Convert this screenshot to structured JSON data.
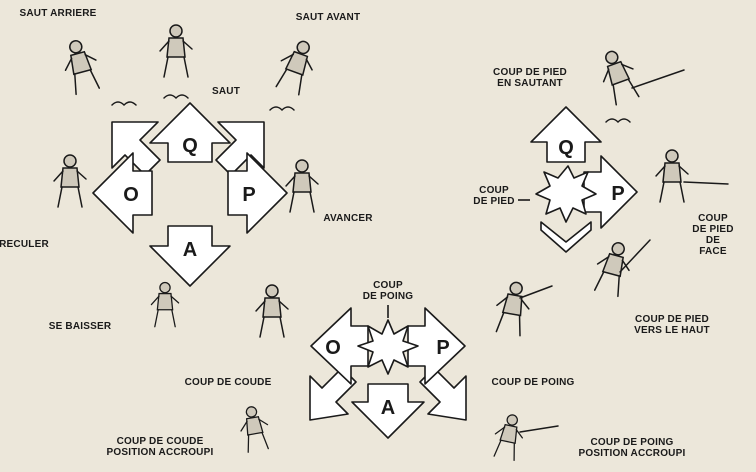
{
  "colors": {
    "background": "#ece7da",
    "ink": "#1a1a1a",
    "arrow_fill": "#ffffff",
    "figure_fill": "#cfc9bb"
  },
  "movement_pad": {
    "keys": {
      "up": "Q",
      "left": "O",
      "right": "P",
      "down": "A"
    },
    "labels": {
      "saut_arriere": "SAUT ARRIERE",
      "saut_avant": "SAUT AVANT",
      "saut": "SAUT",
      "avancer": "AVANCER",
      "reculer": "RECULER",
      "se_baisser": "SE BAISSER"
    }
  },
  "kick_pad": {
    "keys": {
      "up": "Q",
      "right": "P"
    },
    "labels": {
      "coup_de_pied_en_sautant": "COUP DE PIED\nEN SAUTANT",
      "coup_de_pied": "COUP\nDE PIED",
      "coup_de_pied_de_face": "COUP DE PIED\nDE FACE",
      "coup_de_pied_vers_le_haut": "COUP DE PIED\nVERS LE HAUT"
    }
  },
  "punch_pad": {
    "keys": {
      "left": "O",
      "right": "P",
      "down": "A"
    },
    "labels": {
      "coup_de_poing_center": "COUP\nDE POING",
      "coup_de_coude": "COUP DE COUDE",
      "coup_de_poing": "COUP DE POING",
      "coup_de_coude_accroupi": "COUP DE COUDE\nPOSITION ACCROUPI",
      "coup_de_poing_accroupi": "COUP DE POING\nPOSITION ACCROUPI"
    }
  }
}
